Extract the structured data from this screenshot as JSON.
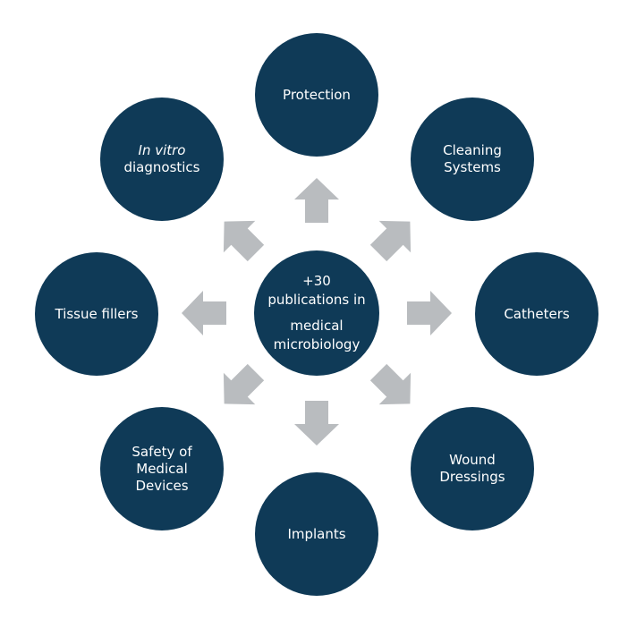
{
  "center": {
    "line1": "+30",
    "line2": "publications in",
    "line3": "medical",
    "line4": "microbiology"
  },
  "nodes": {
    "protection": {
      "line1": "Protection"
    },
    "cleaning": {
      "line1": "Cleaning",
      "line2": "Systems"
    },
    "catheters": {
      "line1": "Catheters"
    },
    "wound": {
      "line1": "Wound",
      "line2": "Dressings"
    },
    "implants": {
      "line1": "Implants"
    },
    "safety": {
      "line1": "Safety of",
      "line2": "Medical",
      "line3": "Devices"
    },
    "tissue": {
      "line1": "Tissue fillers"
    },
    "invitro": {
      "line1": "In vitro",
      "line2": "diagnostics"
    }
  },
  "colors": {
    "circle": "#0f3a57",
    "arrow": "#b9bcbf",
    "text": "#ffffff"
  }
}
